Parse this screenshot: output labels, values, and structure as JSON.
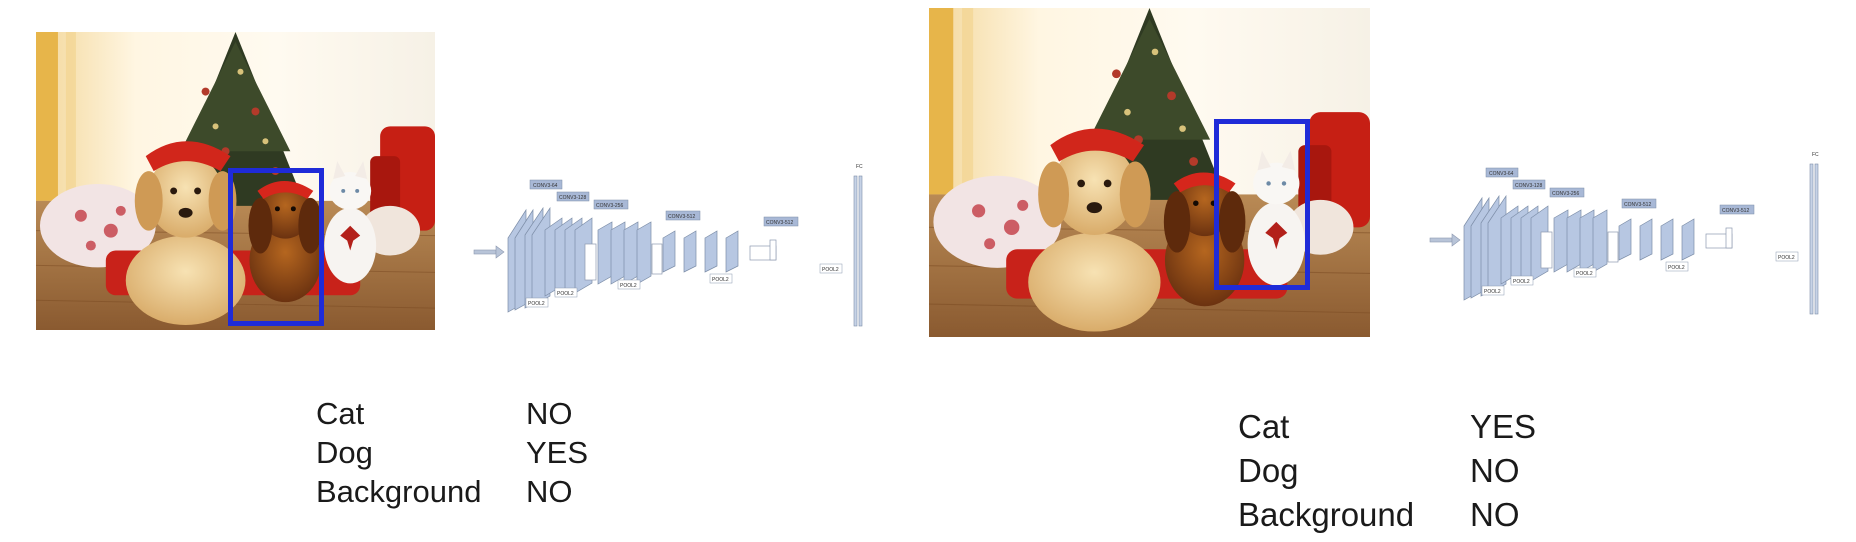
{
  "panels": [
    {
      "photo": {
        "objects": [
          "golden-retriever",
          "cocker-spaniel",
          "white-cat",
          "christmas-tree",
          "santa-hats",
          "red-armchair",
          "red-cushion",
          "floral-pillow"
        ]
      },
      "highlight": {
        "target": "dog",
        "color": "#1f2bd8"
      },
      "cnn": {
        "block_labels": [
          "CONV3-64",
          "CONV3-128",
          "CONV3-256",
          "CONV3-512",
          "CONV3-512"
        ],
        "pool_labels": [
          "POOL2",
          "POOL2",
          "POOL2",
          "POOL2",
          "POOL2"
        ],
        "fc_label": "FC"
      },
      "classification": [
        {
          "class": "Cat",
          "answer": "NO"
        },
        {
          "class": "Dog",
          "answer": "YES"
        },
        {
          "class": "Background",
          "answer": "NO"
        }
      ]
    },
    {
      "photo": {
        "objects": [
          "golden-retriever",
          "cocker-spaniel",
          "white-cat",
          "christmas-tree",
          "santa-hats",
          "red-armchair",
          "red-cushion",
          "floral-pillow"
        ]
      },
      "highlight": {
        "target": "cat",
        "color": "#1f2bd8"
      },
      "cnn": {
        "block_labels": [
          "CONV3-64",
          "CONV3-128",
          "CONV3-256",
          "CONV3-512",
          "CONV3-512"
        ],
        "pool_labels": [
          "POOL2",
          "POOL2",
          "POOL2",
          "POOL2",
          "POOL2"
        ],
        "fc_label": "FC"
      },
      "classification": [
        {
          "class": "Cat",
          "answer": "YES"
        },
        {
          "class": "Dog",
          "answer": "NO"
        },
        {
          "class": "Background",
          "answer": "NO"
        }
      ]
    }
  ]
}
